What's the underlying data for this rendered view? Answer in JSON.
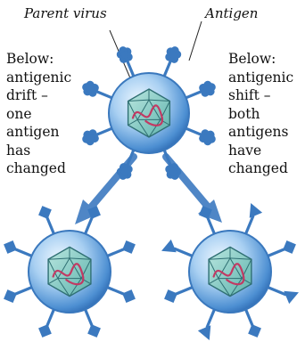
{
  "labels": {
    "parent_virus": "Parent virus",
    "antigen": "Antigen"
  },
  "drift_text": [
    "Below:",
    "antigenic",
    "drift –",
    "one",
    "antigen",
    "has",
    "changed"
  ],
  "shift_text": [
    "Below:",
    "antigenic",
    "shift –",
    "both",
    "antigens",
    "have",
    "changed"
  ],
  "colors": {
    "capsid_fill": "#7fc9c3",
    "capsid_stroke": "#2f6f73",
    "envelope_outer": "#3a78bd",
    "envelope_mid": "#8cbbe8",
    "envelope_light": "#d8ebfa",
    "spike": "#3b79bf",
    "rna": "#c23a63",
    "arrow": "#4f86c6"
  },
  "icons": {
    "flower_antigen": "flower-spike-icon",
    "diamond_antigen": "diamond-spike-icon",
    "triangle_antigen": "triangle-spike-icon"
  }
}
